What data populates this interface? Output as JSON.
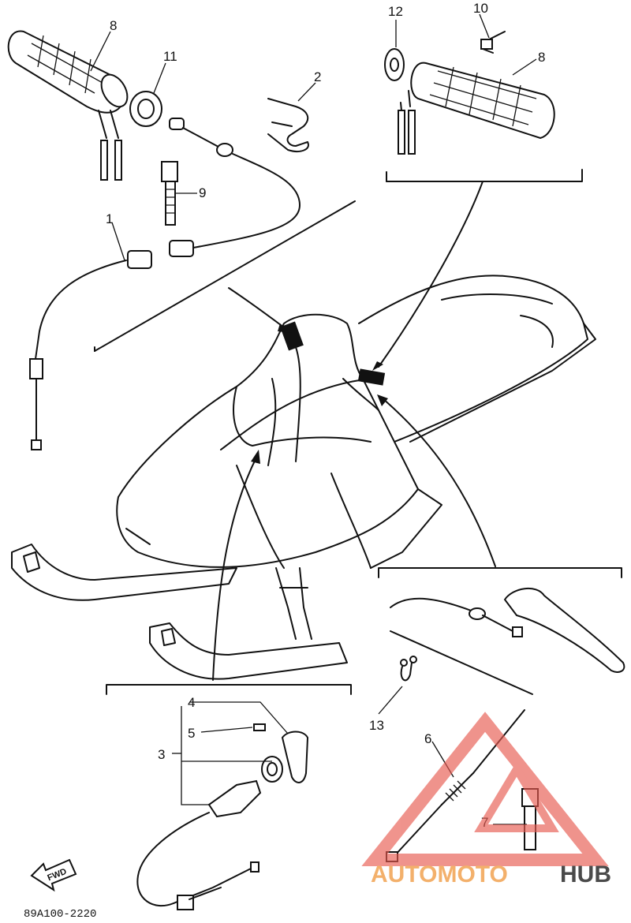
{
  "callouts": {
    "c1": "1",
    "c2": "2",
    "c3": "3",
    "c4": "4",
    "c5": "5",
    "c6": "6",
    "c7": "7",
    "c8a": "8",
    "c8b": "8",
    "c9": "9",
    "c10": "10",
    "c11": "11",
    "c12": "12",
    "c13": "13"
  },
  "fwd_label": "FWD",
  "diagram_code": "89A100-2220",
  "watermark": {
    "part1": "AUTOMOTO",
    "part2": "HUB",
    "color1": "#f3b06b",
    "color2": "#4a4a4a",
    "logo_color": "#e85a50"
  }
}
